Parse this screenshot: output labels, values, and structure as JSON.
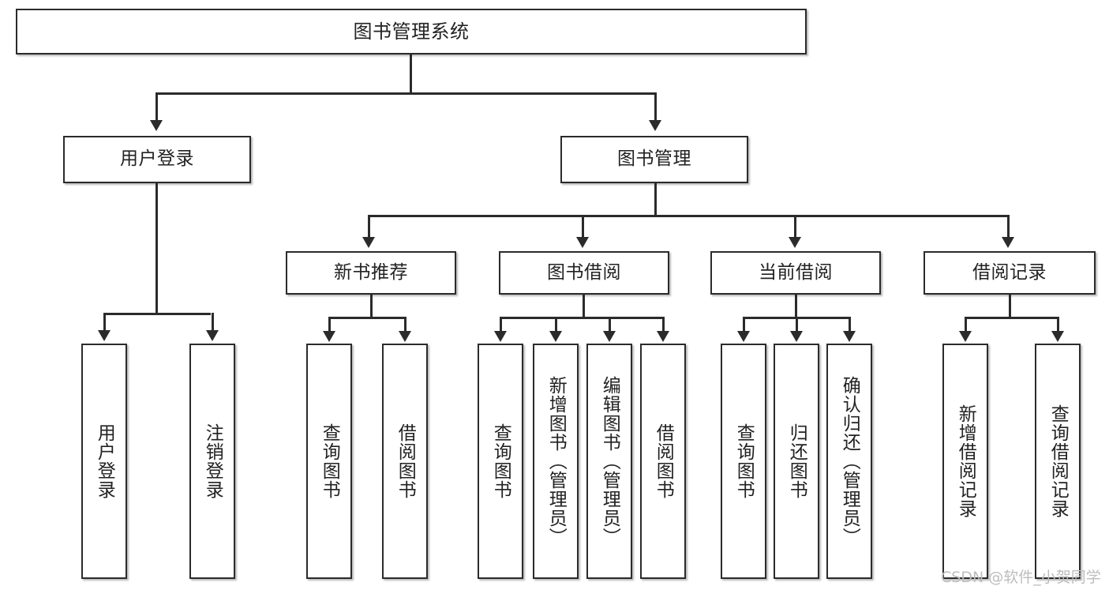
{
  "diagram": {
    "title": "图书管理系统",
    "watermark": "CSDN @软件_小贺同学",
    "levels": {
      "root": "图书管理系统",
      "level2": [
        "用户登录",
        "图书管理"
      ],
      "level3": [
        "新书推荐",
        "图书借阅",
        "当前借阅",
        "借阅记录"
      ]
    },
    "nodes": {
      "root": "图书管理系统",
      "user_login": "用户登录",
      "book_manage": "图书管理",
      "new_book_rec": "新书推荐",
      "book_borrow": "图书借阅",
      "current_borrow": "当前借阅",
      "borrow_record": "借阅记录",
      "leaf_user_login": "用户登录",
      "leaf_logout": "注销登录",
      "leaf_query_book_a": "查询图书",
      "leaf_borrow_book_a": "借阅图书",
      "leaf_query_book_b": "查询图书",
      "leaf_add_book": "新增图书（管理员）",
      "leaf_edit_book": "编辑图书（管理员）",
      "leaf_borrow_book_b": "借阅图书",
      "leaf_query_book_c": "查询图书",
      "leaf_return_book": "归还图书",
      "leaf_confirm_return": "确认归还（管理员）",
      "leaf_add_record": "新增借阅记录",
      "leaf_query_record": "查询借阅记录"
    }
  }
}
